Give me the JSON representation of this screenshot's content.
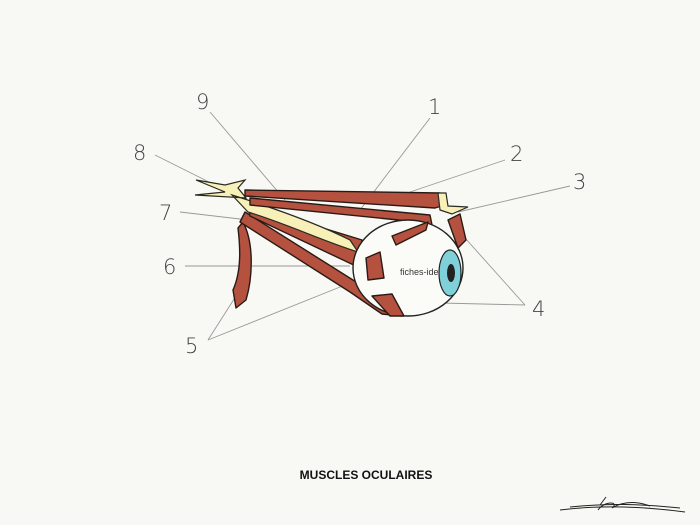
{
  "title": "MUSCLES OCULAIRES",
  "watermark": "fiches-ide",
  "labels": [
    "1",
    "2",
    "3",
    "4",
    "5",
    "6",
    "7",
    "8",
    "9"
  ],
  "colors": {
    "muscle": "#b5523f",
    "nerve": "#f7f0b8",
    "iris": "#7fd0d8",
    "background": "#f8f8f4"
  }
}
